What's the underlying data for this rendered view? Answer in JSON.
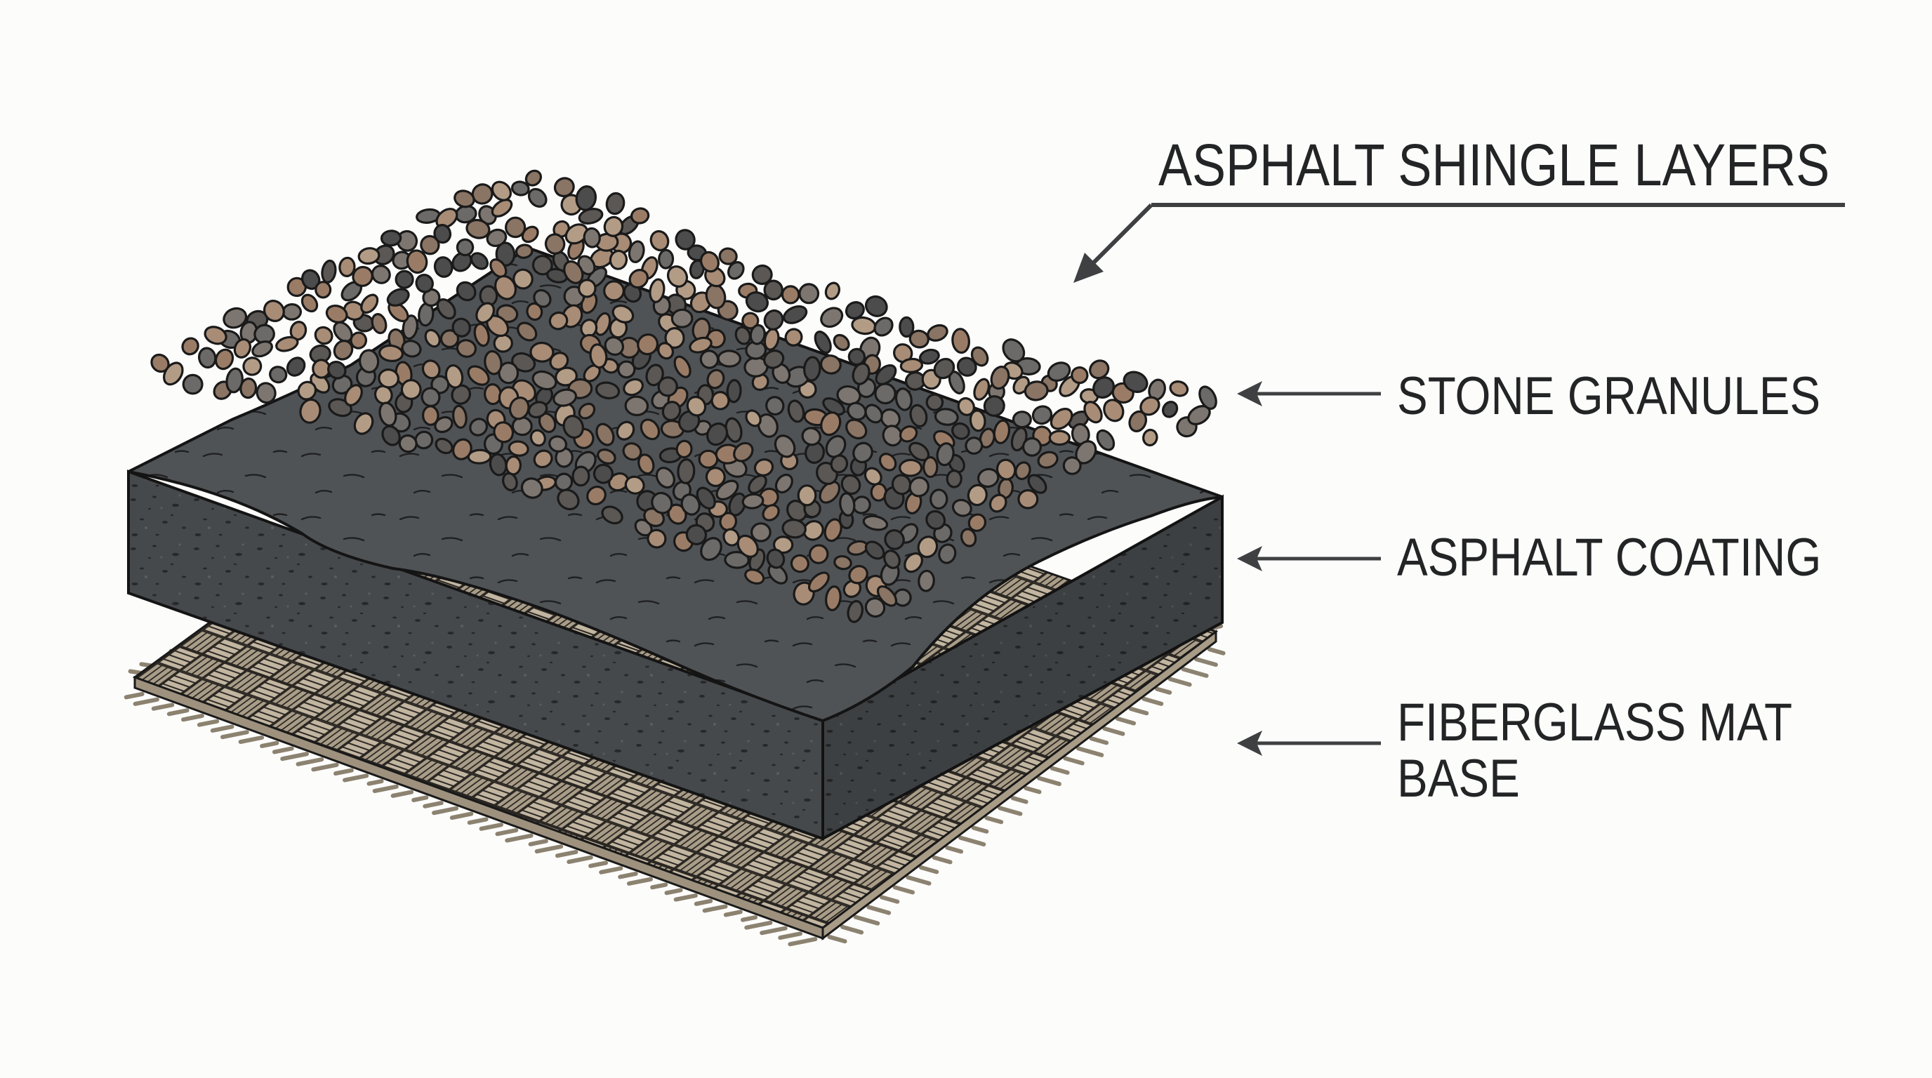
{
  "diagram": {
    "title": "ASPHALT SHINGLE LAYERS",
    "layers": [
      {
        "id": "stone-granules",
        "label_lines": [
          "STONE GRANULES"
        ],
        "fill_colors": [
          "#9a7c66",
          "#a88c76",
          "#6b6a68",
          "#4c4c4c",
          "#7d7670",
          "#b39c86",
          "#5a5754",
          "#8a7464"
        ]
      },
      {
        "id": "asphalt-coating",
        "label_lines": [
          "ASPHALT COATING"
        ],
        "fill_colors": [
          "#505356",
          "#45484b"
        ]
      },
      {
        "id": "fiberglass-mat",
        "label_lines": [
          "FIBERGLASS MAT",
          "BASE"
        ],
        "fill_colors": [
          "#b9ad98",
          "#a09481"
        ]
      }
    ],
    "colors": {
      "background": "#fcfcfb",
      "text": "#232425",
      "arrow": "#3e4042",
      "outline": "#161616"
    },
    "arrows": [
      {
        "target": "title-to-diagram",
        "style": "elbow"
      },
      {
        "target": "stone-granules",
        "style": "straight-left"
      },
      {
        "target": "asphalt-coating",
        "style": "straight-left"
      },
      {
        "target": "fiberglass-mat",
        "style": "straight-left"
      }
    ]
  }
}
